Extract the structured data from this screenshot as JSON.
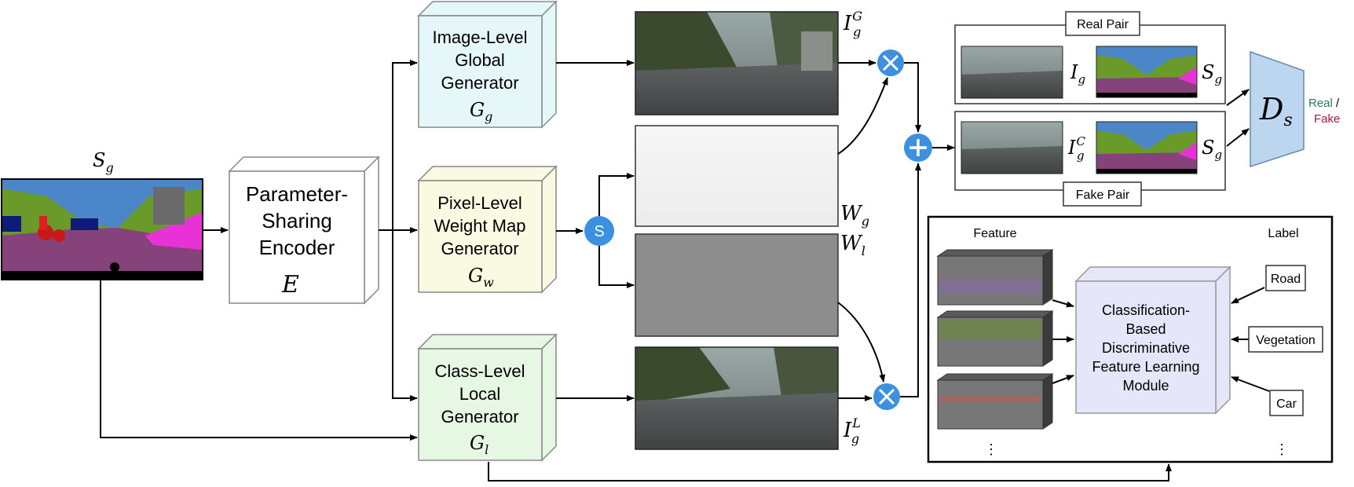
{
  "labels": {
    "sg_top": "S",
    "sg_sub": "g",
    "encoder_line1": "Parameter-",
    "encoder_line2": "Sharing",
    "encoder_line3": "Encoder",
    "encoder_sym": "E",
    "global_line1": "Image-Level",
    "global_line2": "Global",
    "global_line3": "Generator",
    "global_sym": "G",
    "global_sym_sub": "g",
    "weight_line1": "Pixel-Level",
    "weight_line2": "Weight Map",
    "weight_line3": "Generator",
    "weight_sym": "G",
    "weight_sym_sub": "w",
    "local_line1": "Class-Level",
    "local_line2": "Local",
    "local_line3": "Generator",
    "local_sym": "G",
    "local_sym_sub": "l",
    "softmax": "S",
    "ig_G": "I",
    "ig_G_sup": "G",
    "ig_G_sub": "g",
    "w_g": "W",
    "w_g_sub": "g",
    "w_l": "W",
    "w_l_sub": "l",
    "ig_L": "I",
    "ig_L_sup": "L",
    "ig_L_sub": "g",
    "real_pair": "Real Pair",
    "fake_pair": "Fake Pair",
    "pair_ig": "I",
    "pair_ig_sub": "g",
    "pair_igc": "I",
    "pair_igc_sup": "C",
    "pair_igc_sub": "g",
    "pair_sg": "S",
    "pair_sg_sub": "g",
    "ds": "D",
    "ds_sub": "s",
    "real": "Real",
    "slash": " /",
    "fake": "Fake",
    "feature": "Feature",
    "label": "Label",
    "module_line1": "Classification-",
    "module_line2": "Based",
    "module_line3": "Discriminative",
    "module_line4": "Feature Learning",
    "module_line5": "Module",
    "road": "Road",
    "vegetation": "Vegetation",
    "car": "Car",
    "dots_left": "⋮",
    "dots_right": "⋮"
  },
  "colors": {
    "global_fill": "#e6f7fa",
    "weight_fill": "#fafae3",
    "local_fill": "#e6f7e3",
    "op_circle": "#3d8fe0",
    "ds_fill": "#bcd6f0",
    "module_fill": "#e6e6fa",
    "real": "#2e7d5a",
    "fake": "#a8174a"
  },
  "icons": {
    "multiply": "multiply-icon",
    "add": "plus-icon",
    "softmax": "softmax-icon"
  }
}
